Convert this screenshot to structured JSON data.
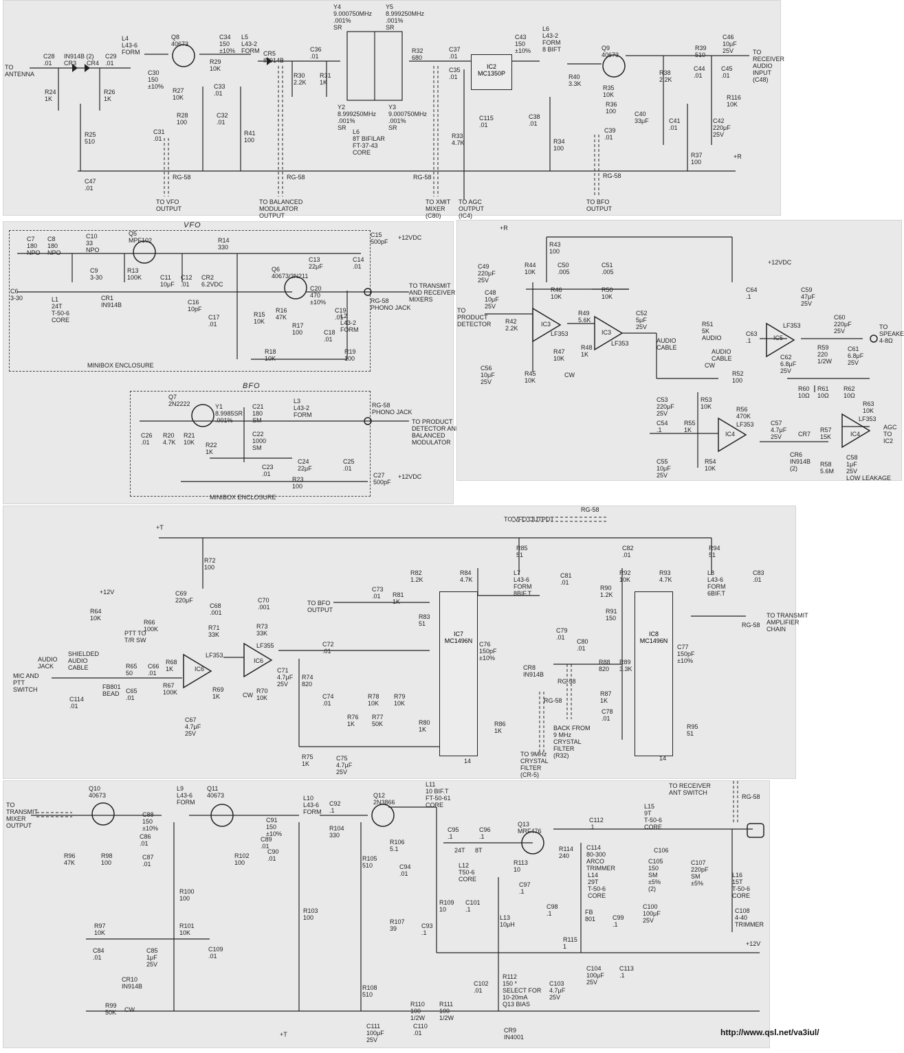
{
  "panels": {
    "receiver": {
      "labels": {
        "to_antenna": "TO\nANTENNA",
        "c28": "C28\n.01",
        "cr3_cr4": "IN914B (2)\nCR3      CR4",
        "c29": "C29\n.01",
        "l4": "L4\nL43-6\nFORM",
        "q8": "Q8\n40673",
        "c34": "C34\n150\n±10%",
        "l5": "L5\nL43-2\nFORM",
        "cr5": "CR5\nIN914B",
        "c36": "C36\n.01",
        "y4": "Y4\n9.000750MHz\n.001%\nSR",
        "y5": "Y5\n8.999250MHz\n.001%\nSR",
        "r32": "R32\n680",
        "c37": "C37\n.01",
        "ic2": "IC2\nMC1350P",
        "c43": "C43\n150\n±10%",
        "l6": "L6\nL43-2\nFORM\n8 BIFT",
        "q9": "Q9\n40673",
        "r39": "R39\n510",
        "c46": "C46\n10μF\n25V",
        "to_receiver_audio": "TO\nRECEIVER\nAUDIO\nINPUT\n(C48)",
        "r24": "R24\n1K",
        "r26": "R26\n1K",
        "c30": "C30\n150\n±10%",
        "r29": "R29\n10K",
        "r27": "R27\n10K",
        "c33": "C33\n.01",
        "r30": "R30\n2.2K",
        "r31": "R31\n1K",
        "c35": "C35\n.01",
        "y2": "Y2\n8.999250MHz\n.001%\nSR",
        "y3": "Y3\n9.000750MHz\n.001%\nSR",
        "l6b": "L6\n8T BIFILAR\nFT-37-43\nCORE",
        "r28": "R28\n100",
        "c32": "C32\n.01",
        "r25": "R25\n510",
        "c31": "C31\n.01",
        "r41": "R41\n100",
        "c115": "C115\n.01",
        "r33": "R33\n4.7K",
        "c38": "C38\n.01",
        "r34": "R34\n100",
        "c39": "C39\n.01",
        "r40": "R40\n3.3K",
        "r35": "R35\n10K",
        "r36": "R36\n100",
        "c40": "C40\n33μF",
        "r38": "R38\n2.2K",
        "c44": "C44\n.01",
        "c45": "C45\n.01",
        "c41": "C41\n.01",
        "c42": "C42\n220μF\n25V",
        "r116": "R116\n10K",
        "r37": "R37\n100",
        "plus_r": "+R",
        "c47": "C47\n.01",
        "rg58_a": "RG-58",
        "rg58_b": "RG-58",
        "rg58_c": "RG-58",
        "rg58_d": "RG-58",
        "to_vfo_output": "TO VFO\nOUTPUT",
        "to_balanced_mod": "TO BALANCED\nMODULATOR\nOUTPUT",
        "to_xmit_mixer": "TO XMIT\nMIXER\n(C80)",
        "to_agc_output": "TO AGC\nOUTPUT\n(IC4)",
        "to_bfo_output": "TO BFO\nOUTPUT"
      }
    },
    "vfo_bfo": {
      "labels": {
        "vfo_title": "VFO",
        "c7": "C7\n180\nNPO",
        "c8": "C8\n180\nNPO",
        "c10": "C10\n33\nNPO",
        "q5": "Q5\nMPF102",
        "r14": "R14\n330",
        "c15": "C15\n500pF",
        "plus12_vfo": "+12VDC",
        "c9": "C9\n3-30",
        "r13": "R13\n100K",
        "c13": "C13\n22μF",
        "c14": "C14\n.01",
        "c6": "C6\n3-30",
        "l1": "L1\n24T\nT-50-6\nCORE",
        "cr1": "CR1\nIN914B",
        "c11": "C11\n10μF",
        "c12": "C12\n.01",
        "cr2": "CR2\n6.2VDC",
        "q6": "Q6\n40673/3N211",
        "c20": "C20\n470\n±10%",
        "l2": "L2\nL43-2\nFORM",
        "to_transmit_mixers": "TO TRANSMIT\nAND RECEIVER\nMIXERS",
        "rg58_phono_vfo": "RG-58\nPHONO JACK",
        "c16": "C16\n10pF",
        "c17": "C17\n.01",
        "r15": "R15\n10K",
        "r16": "R16\n47K",
        "r17": "R17\n100",
        "c19": "C19\n.01",
        "c18": "C18\n.01",
        "r18": "R18\n10K",
        "r19": "R19\n100",
        "minibox_vfo": "MINIBOX ENCLOSURE",
        "bfo_title": "BFO",
        "q7": "Q7\n2N2222",
        "y1": "Y1\n8.9985SR\n.001%",
        "c21": "C21\n180\nSM",
        "l3": "L3\nL43-2\nFORM",
        "rg58_phono_bfo": "RG-58\nPHONO JACK",
        "to_product_detector": "TO PRODUCT\nDETECTOR AND\nBALANCED\nMODULATOR",
        "c26": "C26\n.01",
        "r20": "R20\n4.7K",
        "r21": "R21\n10K",
        "c22": "C22\n1000\nSM",
        "r22": "R22\n1K",
        "c23": "C23\n.01",
        "c24": "C24\n22μF",
        "c25": "C25\n.01",
        "r23": "R23\n100",
        "c27": "C27\n500pF",
        "plus12_bfo": "+12VDC",
        "minibox_bfo": "MINIBOX ENCLOSURE"
      }
    },
    "audio": {
      "labels": {
        "plus_r": "+R",
        "r43": "R43\n100",
        "c49": "C49\n220μF\n25V",
        "r44": "R44\n10K",
        "c50": "C50\n.005",
        "c51": "C51\n.005",
        "plus12": "+12VDC",
        "c64": "C64\n.1",
        "c59": "C59\n47μF\n25V",
        "r46": "R46\n10K",
        "r50": "R50\n10K",
        "c48": "C48\n10μF\n25V",
        "to_product_detector": "TO\nPRODUCT\nDETECTOR",
        "r42": "R42\n2.2K",
        "ic3a": "IC3",
        "lf353_a": "LF353",
        "r49": "R49\n5.6K",
        "ic3b": "IC3",
        "lf353_b": "LF353",
        "c52": "C52\n5μF\n25V",
        "r51": "R51\n5K\nAUDIO",
        "audio_cable_a": "AUDIO\nCABLE",
        "c63": "C63\n.1",
        "ic5": "IC5",
        "lf353_c": "LF353",
        "c60": "C60\n220μF\n25V",
        "to_speaker": "TO\nSPEAKER\n4-8Ω",
        "r47": "R47\n10K",
        "r48": "R48\n1K",
        "c56": "C56\n10μF\n25V",
        "r45": "R45\n10K",
        "audio_cable_b": "AUDIO\nCABLE",
        "c62": "C62\n6.8μF\n25V",
        "r59": "R59\n220\n1/2W",
        "c61": "C61\n6.8μF\n25V",
        "r52": "R52\n100",
        "r60": "R60\n10Ω",
        "r61": "R61\n10Ω",
        "r62": "R62\n10Ω",
        "c53": "C53\n220μF\n25V",
        "r53": "R53\n10K",
        "r56": "R56\n470K",
        "r63": "R63\n10K",
        "lf353_d": "LF353",
        "c54": "C54\n.1",
        "r55": "R55\n1K",
        "ic4a": "IC4",
        "lf353_e": "LF353",
        "c57": "C57\n4.7μF\n25V",
        "cr7": "CR7",
        "r57": "R57\n15K",
        "ic4b": "IC4",
        "agc_to_ic2": "AGC\nTO\nIC2",
        "cr6": "CR6\nIN914B\n(2)",
        "c55": "C55\n10μF\n25V",
        "r54": "R54\n10K",
        "r58": "R58\n5.6M",
        "c58": "C58\n1μF\n25V\nLOW LEAKAGE",
        "cw_a": "CW",
        "cw_b": "CW"
      }
    },
    "transmit_mod": {
      "labels": {
        "to_vfo_output": "TO VFO OUTPUT",
        "rg58_top": "RG-58",
        "plus_t": "+T",
        "r85": "R85\n51",
        "c82": "C82\n.01",
        "r94": "R94\n51",
        "r72": "R72\n100",
        "r82": "R82\n1.2K",
        "r84": "R84\n4.7K",
        "l7": "L7\nL43-6\nFORM\n8BIF.T",
        "c81": "C81\n.01",
        "r90": "R90\n1.2K",
        "r92": "R92\n10K",
        "r93": "R93\n4.7K",
        "l8": "L8\nL43-6\nFORM\n6BIF.T",
        "c83": "C83\n.01",
        "plus12v": "+12V",
        "c69": "C69\n220μF",
        "c68": "C68\n.001",
        "c70": "C70\n.001",
        "c73": "C73\n.01",
        "r81": "R81\n1K",
        "to_bfo_output": "TO BFO\nOUTPUT",
        "r64": "R64\n10K",
        "r66": "R66\n100K",
        "r71": "R71\n33K",
        "r73": "R73\n33K",
        "r83": "R83\n51",
        "r91": "R91\n150",
        "to_transmit_amp": "TO TRANSMIT\nAMPLIFIER\nCHAIN",
        "ptt_to": "PTT TO\nT/R SW",
        "ic6a": "IC6",
        "lf353_a": "LF353",
        "ic6b": "IC6",
        "lf353_b": "LF355",
        "c72": "C72\n.01",
        "ic7": "IC7\nMC1496N",
        "c76": "C76\n150pF\n±10%",
        "c79": "C79\n.01",
        "c80": "C80\n.01",
        "ic8": "IC8\nMC1496N",
        "c77": "C77\n150pF\n±10%",
        "rg58_right": "RG-58",
        "audio_jack": "AUDIO\nJACK",
        "shielded": "SHIELDED\nAUDIO\nCABLE",
        "mic_ptt": "MIC AND\nPTT\nSWITCH",
        "r65": "R65\n50",
        "c66": "C66\n.01",
        "r68": "R68\n1K",
        "c71": "C71\n4.7μF\n25V",
        "cr8": "CR8\nIN914B",
        "r88": "R88\n820",
        "r89": "R89\n3.3K",
        "fb801": "FB801\nBEAD",
        "c65": "C65\n.01",
        "r67": "R67\n100K",
        "r69": "R69\n1K",
        "r70": "R70\n10K",
        "r74": "R74\n820",
        "c74": "C74\n.01",
        "r78": "R78\n10K",
        "r79": "R79\n10K",
        "rg58_mid": "RG-58",
        "rg58_mid2": "RG-58",
        "r87": "R87\n1K",
        "c78": "C78\n.01",
        "c114": "C114\n.01",
        "c67": "C67\n4.7μF\n25V",
        "r76": "R76\n1K",
        "r77": "R77\n50K",
        "r80": "R80\n1K",
        "r86": "R86\n1K",
        "back_from": "BACK FROM\n9 MHz\nCRYSTAL\nFILTER\n(R32)",
        "r95": "R95\n51",
        "r75": "R75\n1K",
        "c75": "C75\n4.7μF\n25V",
        "to_9mhz": "TO 9MHz\nCRYSTAL\nFILTER\n(CR-5)",
        "cw_a": "CW",
        "pin14_a": "14",
        "pin14_b": "14"
      }
    },
    "power_amp": {
      "labels": {
        "q10": "Q10\n40673",
        "l9": "L9\nL43-6\nFORM",
        "q11": "Q11\n40673",
        "l10": "L10\nL43-6\nFORM",
        "c92": "C92\n.1",
        "q12": "Q12\n2N3866",
        "l11": "L11\n10 BIF.T\nFT-50-61\nCORE",
        "to_receiver_ant": "TO RECEIVER\nANT SWITCH",
        "rg58": "RG-58",
        "to_transmit_mixer": "TO\nTRANSMIT\nMIXER\nOUTPUT",
        "c88": "C88\n150\n±10%",
        "c86": "C86\n.01",
        "c91": "C91\n150\n±10%",
        "c89": "C89\n.01",
        "r104": "R104\n330",
        "c95": "C95\n.1",
        "c96": "C96\n.1",
        "q13": "Q13\nMRF476",
        "c112": "C112\n.1",
        "l15": "L15\n9T\nT-50-6\nCORE",
        "r96": "R96\n47K",
        "r98": "R98\n100",
        "c87": "C87\n.01",
        "r102": "R102\n100",
        "c90": "C90\n.01",
        "r106": "R106\n5.1",
        "r105": "R105\n510",
        "c94": "C94\n.01",
        "l12": "L12\nT50-6\nCORE",
        "r113": "R113\n10",
        "r114": "R114\n240",
        "c114b": "C114\n80-300\nARCO\nTRIMMER",
        "c105": "C105\n150\nSM\n±5%\n(2)",
        "c106": "C106",
        "c107": "C107\n220pF\nSM\n±5%",
        "l16": "L16\n15T\nT-50-6\nCORE",
        "r100": "R100\n100",
        "c97": "C97\n.1",
        "l14": "L14\n29T\nT-50-6\nCORE",
        "r103": "R103\n100",
        "r109": "R109\n10",
        "c101": "C101\n.1",
        "c98": "C98\n.1",
        "fb801": "FB\n801",
        "c99": "C99\n.1",
        "c100": "C100\n100μF\n25V",
        "c108": "C108\n4-40\nTRIMMER",
        "r97": "R97\n10K",
        "r101": "R101\n10K",
        "r107": "R107\n39",
        "c93": "C93\n.1",
        "l13": "L13\n10μH",
        "c84": "C84\n.01",
        "c85": "C85\n1μF\n25V",
        "c109": "C109\n.01",
        "r115": "R115\n1",
        "plus12v": "+12V",
        "cr10": "CR10\nIN914B",
        "c104": "C104\n100μF\n25V",
        "c113": "C113\n.1",
        "c102": "C102\n.01",
        "r112": "R112\n150 *\nSELECT FOR\n10-20mA\nQ13 BIAS",
        "c103": "C103\n4.7μF\n25V",
        "r108": "R108\n510",
        "r99": "R99\n50K",
        "cw": "CW",
        "r110": "R110\n100\n1/2W",
        "r111": "R111\n100\n1/2W",
        "plus_t": "+T",
        "c111": "C111\n100μF\n25V",
        "c110": "C110\n.01",
        "cr9": "CR9\nIN4001",
        "turns_24t": "24T",
        "turns_8t": "8T"
      }
    }
  },
  "credit": "http://www.qsl.net/va3iul/"
}
